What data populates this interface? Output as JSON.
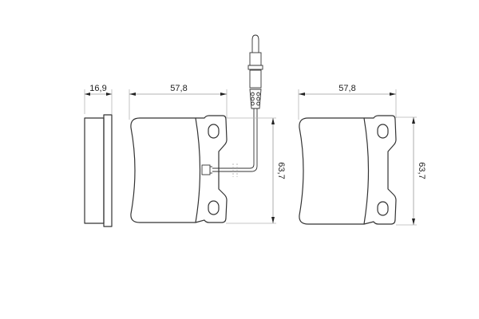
{
  "diagram": {
    "type": "brake-pad-technical-drawing",
    "colors": {
      "outline": "#333333",
      "dimension_line": "#9a9a9a",
      "background": "#ffffff"
    },
    "views": [
      {
        "name": "side-view",
        "dimension_label": "16,9",
        "dimension_axis": "horizontal"
      },
      {
        "name": "front-view-with-wear-sensor",
        "width_label": "57,8",
        "height_label": "63,7"
      },
      {
        "name": "front-view",
        "width_label": "57,8",
        "height_label": "63,7"
      }
    ]
  }
}
